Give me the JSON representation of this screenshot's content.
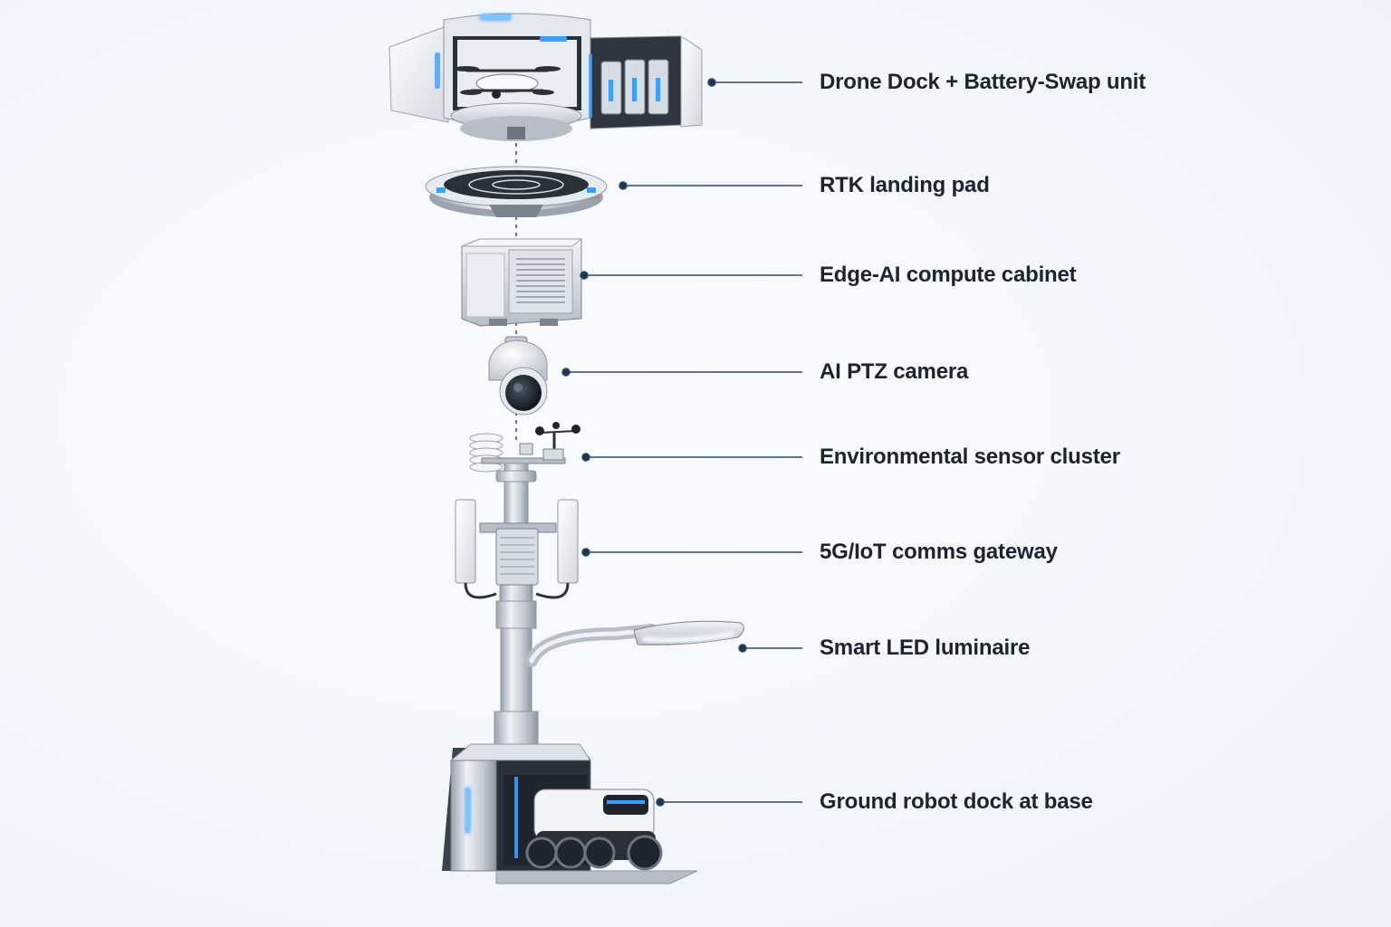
{
  "components": [
    {
      "id": "drone-dock",
      "label": "Drone Dock + Battery-Swap unit"
    },
    {
      "id": "rtk-pad",
      "label": "RTK landing pad"
    },
    {
      "id": "edge-ai",
      "label": "Edge-AI compute cabinet"
    },
    {
      "id": "ptz-camera",
      "label": "AI PTZ camera"
    },
    {
      "id": "env-sensors",
      "label": "Environmental sensor cluster"
    },
    {
      "id": "comms-gateway",
      "label": "5G/IoT comms gateway"
    },
    {
      "id": "led-luminaire",
      "label": "Smart LED luminaire"
    },
    {
      "id": "robot-dock",
      "label": "Ground robot dock at base"
    }
  ],
  "colors": {
    "background": "#f3f6fa",
    "leader_line": "#2d4a66",
    "accent_glow": "#3aa0ff",
    "metal": "#c9cfd7",
    "dark": "#1f252d"
  }
}
